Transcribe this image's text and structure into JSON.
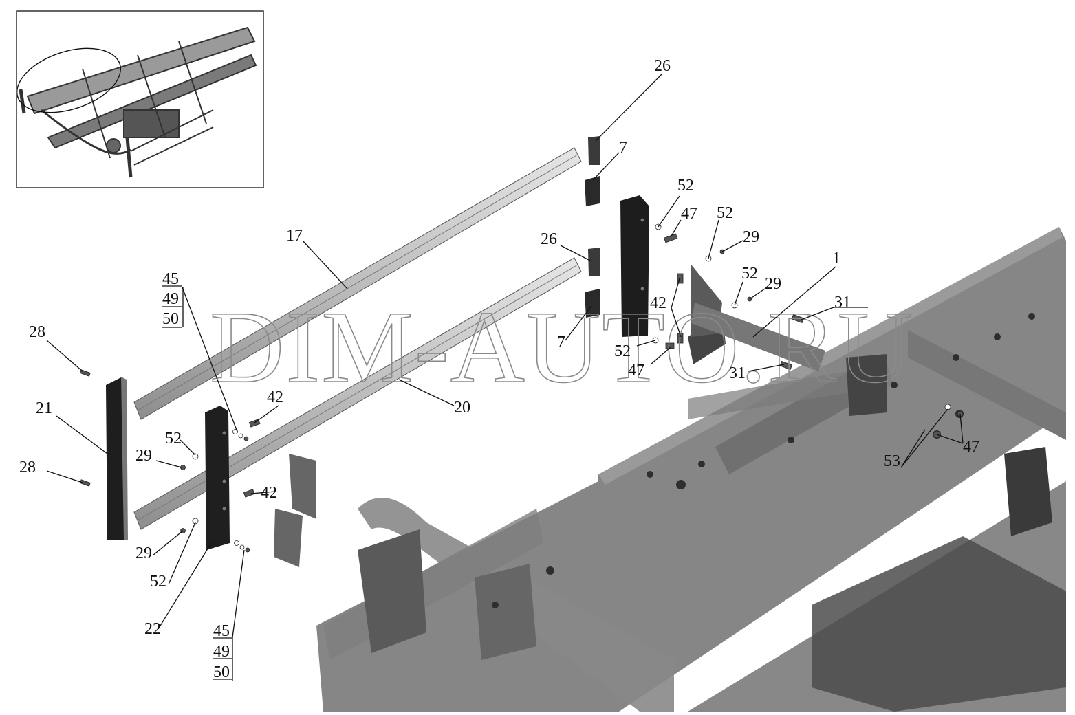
{
  "watermark": "DIM-AUTO.RU",
  "callouts": {
    "c1": "1",
    "c7a": "7",
    "c7b": "7",
    "c17": "17",
    "c20": "20",
    "c21": "21",
    "c22": "22",
    "c26a": "26",
    "c26b": "26",
    "c28a": "28",
    "c28b": "28",
    "c29a": "29",
    "c29b": "29",
    "c29c": "29",
    "c29d": "29",
    "c31a": "31",
    "c31b": "31",
    "c42a": "42",
    "c42b": "42",
    "c42c": "42",
    "c47a": "47",
    "c47b": "47",
    "c47c": "47",
    "c52a": "52",
    "c52b": "52",
    "c52c": "52",
    "c52d": "52",
    "c52e": "52",
    "c52f": "52",
    "c53": "53"
  },
  "stack_top": [
    "45",
    "49",
    "50"
  ],
  "stack_bottom": [
    "45",
    "49",
    "50"
  ]
}
